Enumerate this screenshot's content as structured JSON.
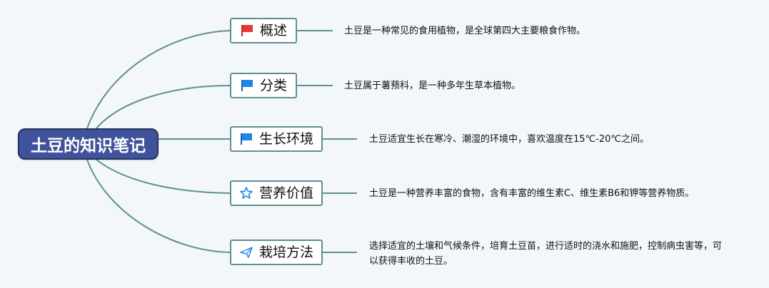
{
  "mindmap": {
    "root": {
      "label": "土豆的知识笔记"
    },
    "topics": [
      {
        "label": "概述",
        "icon": "red-flag-icon",
        "description": "土豆是一种常见的食用植物，是全球第四大主要粮食作物。"
      },
      {
        "label": "分类",
        "icon": "blue-flag-icon",
        "description": "土豆属于薯蓣科，是一种多年生草本植物。"
      },
      {
        "label": "生长环境",
        "icon": "blue-flag-icon",
        "description": "土豆适宜生长在寒冷、潮湿的环境中，喜欢温度在15℃-20℃之间。"
      },
      {
        "label": "营养价值",
        "icon": "star-icon",
        "description": "土豆是一种营养丰富的食物，含有丰富的维生素C、维生素B6和钾等营养物质。"
      },
      {
        "label": "栽培方法",
        "icon": "paper-plane-icon",
        "description": "选择适宜的土壤和气候条件，培育土豆苗，进行适时的浇水和施肥，控制病虫害等，可以获得丰收的土豆。"
      }
    ],
    "colors": {
      "root_fill": "#40529a",
      "connector": "#5f8f90",
      "red_flag": "#e53935",
      "blue_flag": "#1e88e5"
    }
  }
}
